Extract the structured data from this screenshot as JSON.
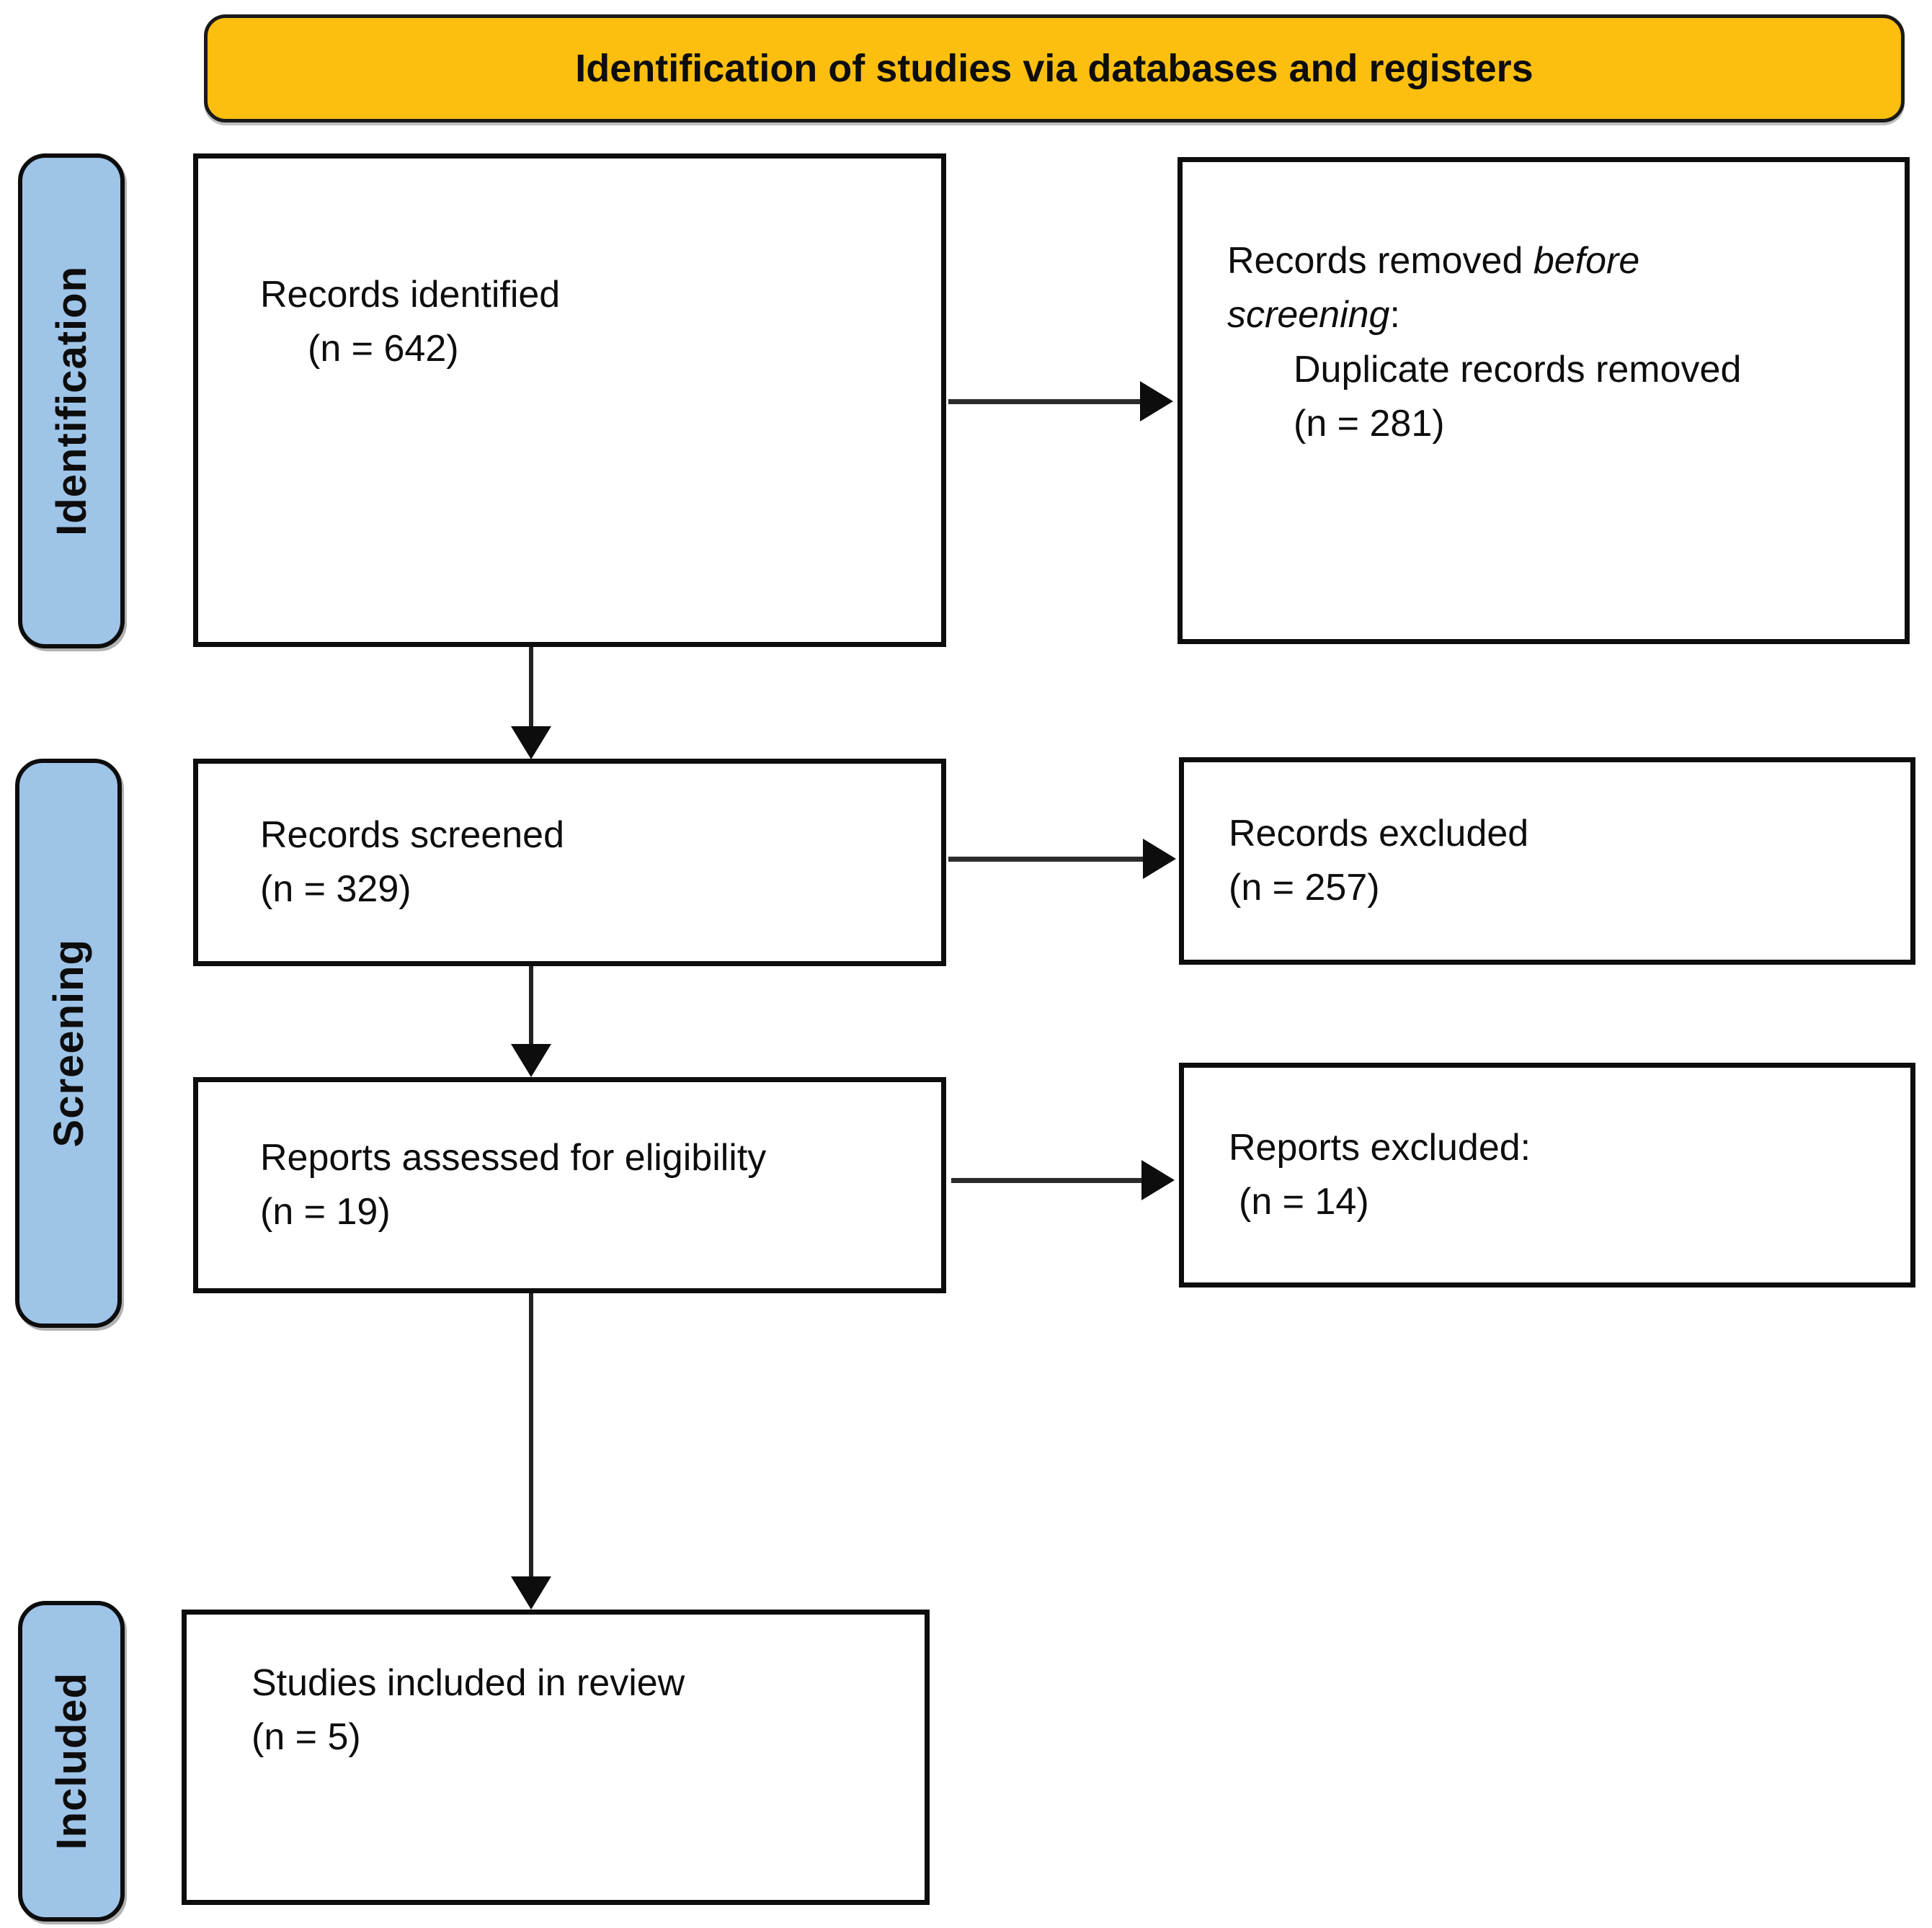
{
  "header": {
    "title": "Identification of studies via databases and registers"
  },
  "stages": {
    "identification": {
      "label": "Identification"
    },
    "screening": {
      "label": "Screening"
    },
    "included": {
      "label": "Included"
    }
  },
  "boxes": {
    "records_identified": {
      "line1": "Records identified",
      "line2": "(n = 642)",
      "n": 642
    },
    "records_removed": {
      "line1_prefix": "Records removed ",
      "line1_italic": "before screening",
      "line1_suffix": ":",
      "line2": "Duplicate records removed",
      "line3": "(n = 281)",
      "n": 281
    },
    "records_screened": {
      "line1": "Records screened",
      "line2": "(n = 329)",
      "n": 329
    },
    "records_excluded": {
      "line1": "Records excluded",
      "line2": "(n = 257)",
      "n": 257
    },
    "reports_assessed": {
      "line1": "Reports assessed for eligibility",
      "line2": "(n = 19)",
      "n": 19
    },
    "reports_excluded": {
      "line1": "Reports excluded:",
      "line2": "(n = 14)",
      "n": 14
    },
    "studies_included": {
      "line1": "Studies included in review",
      "line2": "(n = 5)",
      "n": 5
    }
  },
  "colors": {
    "banner_bg": "#FCBF10",
    "stage_bg": "#9EC4E8",
    "border": "#0d0d0d",
    "box_bg": "#ffffff",
    "arrow": "#2b2b2b"
  }
}
